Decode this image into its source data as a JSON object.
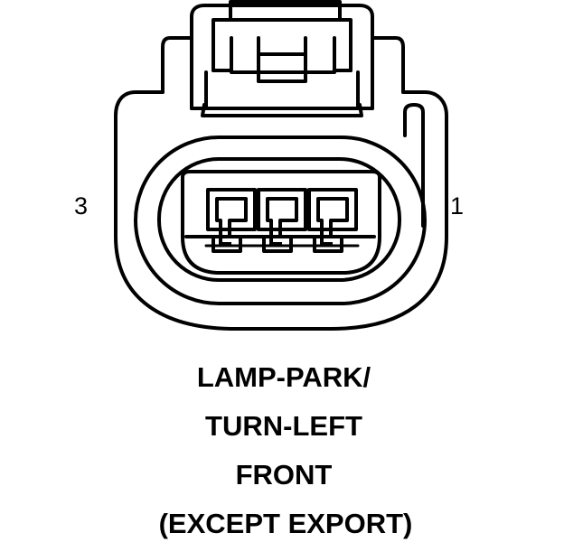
{
  "pins": {
    "left_label": "3",
    "right_label": "1"
  },
  "caption": {
    "line1": "LAMP-PARK/",
    "line2": "TURN-LEFT",
    "line3": "FRONT",
    "line4": "(EXCEPT EXPORT)"
  },
  "colors": {
    "stroke": "#000000",
    "background": "#ffffff"
  }
}
